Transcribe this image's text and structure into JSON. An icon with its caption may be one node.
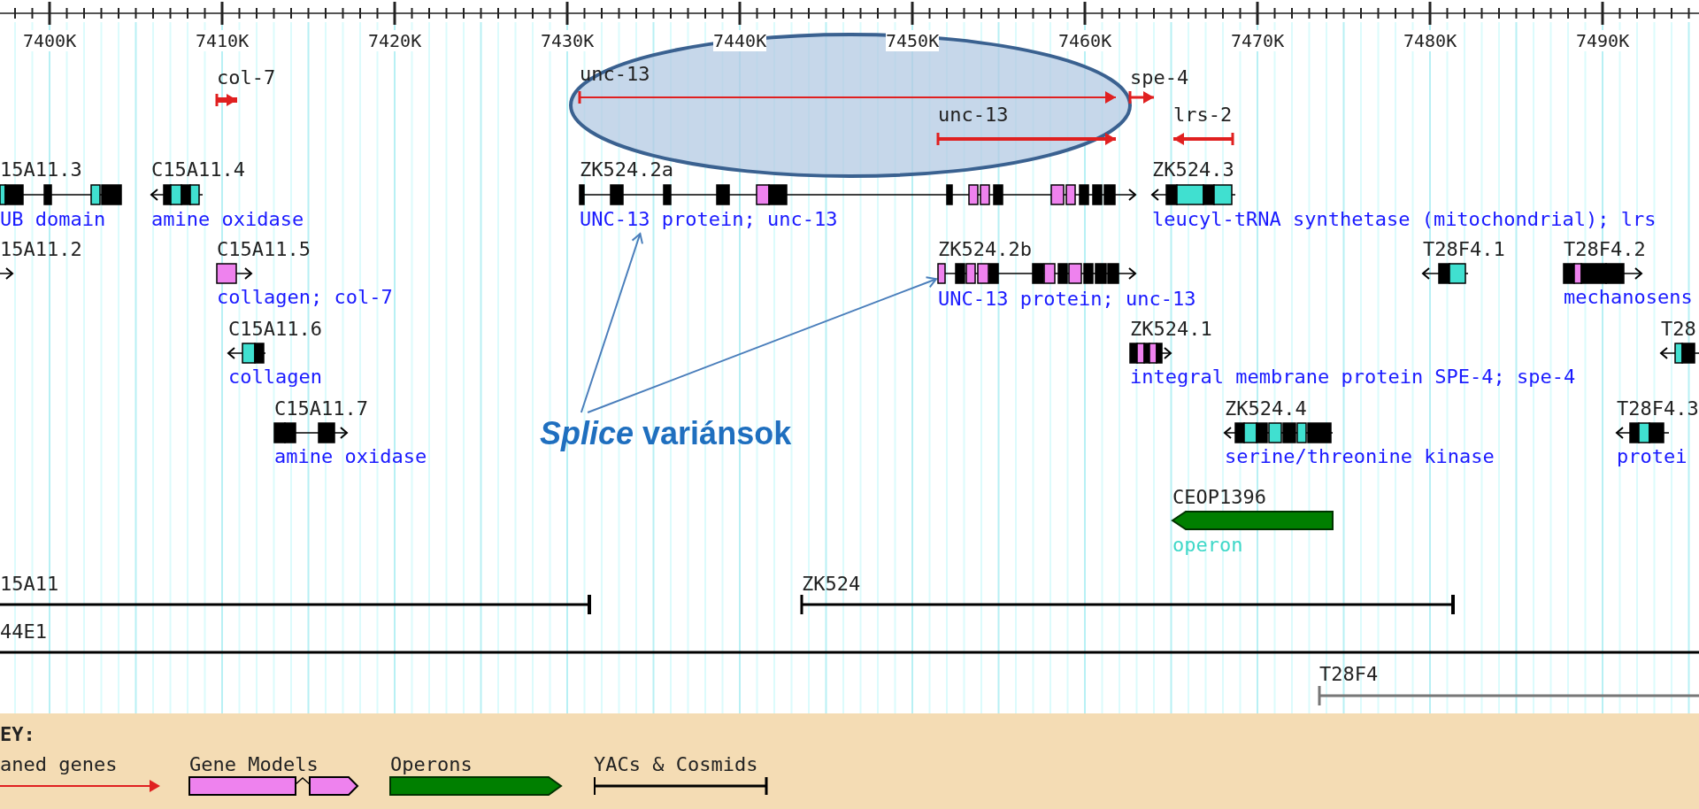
{
  "diagram": {
    "nodes": [
      {
        "text": [
          "ZK524.2a",
          "UNC-13 protein; unc-13"
        ]
      },
      {
        "text": [
          "ZK524.2b",
          "UNC-13 protein; unc-13"
        ]
      },
      {
        "text": [
          "*Splice* variánsok"
        ]
      }
    ],
    "edges": [
      {
        "from": 2,
        "to": 0,
        "arrow": "to"
      },
      {
        "from": 2,
        "to": 1,
        "arrow": "to"
      }
    ],
    "labels": [
      "7400K",
      "7410K",
      "7420K",
      "7430K",
      "7440K",
      "7450K",
      "7460K",
      "7470K",
      "7480K",
      "7490K",
      "col-7",
      "unc-13",
      "spe-4",
      "unc-13",
      "lrs-2",
      "15A11.3",
      "C15A11.4",
      "ZK524.3",
      "UB domain",
      "amine oxidase",
      "leucyl-tRNA synthetase (mitochondrial); lrs",
      "15A11.2",
      "C15A11.5",
      "T28F4.1",
      "T28F4.2",
      "collagen; col-7",
      "mechanosens",
      "C15A11.6",
      "ZK524.1",
      "T28",
      "collagen",
      "integral membrane protein SPE-4; spe-4",
      "C15A11.7",
      "ZK524.4",
      "T28F4.3",
      "amine oxidase",
      "serine/threonine kinase",
      "protei",
      "CEOP1396",
      "operon",
      "15A11",
      "ZK524",
      "44E1",
      "T28F4",
      "EY:"
    ],
    "legend": [
      {
        "text": "aned genes"
      },
      {
        "text": "Gene Models"
      },
      {
        "text": "Operons"
      },
      {
        "text": "YACs & Cosmids"
      }
    ]
  }
}
